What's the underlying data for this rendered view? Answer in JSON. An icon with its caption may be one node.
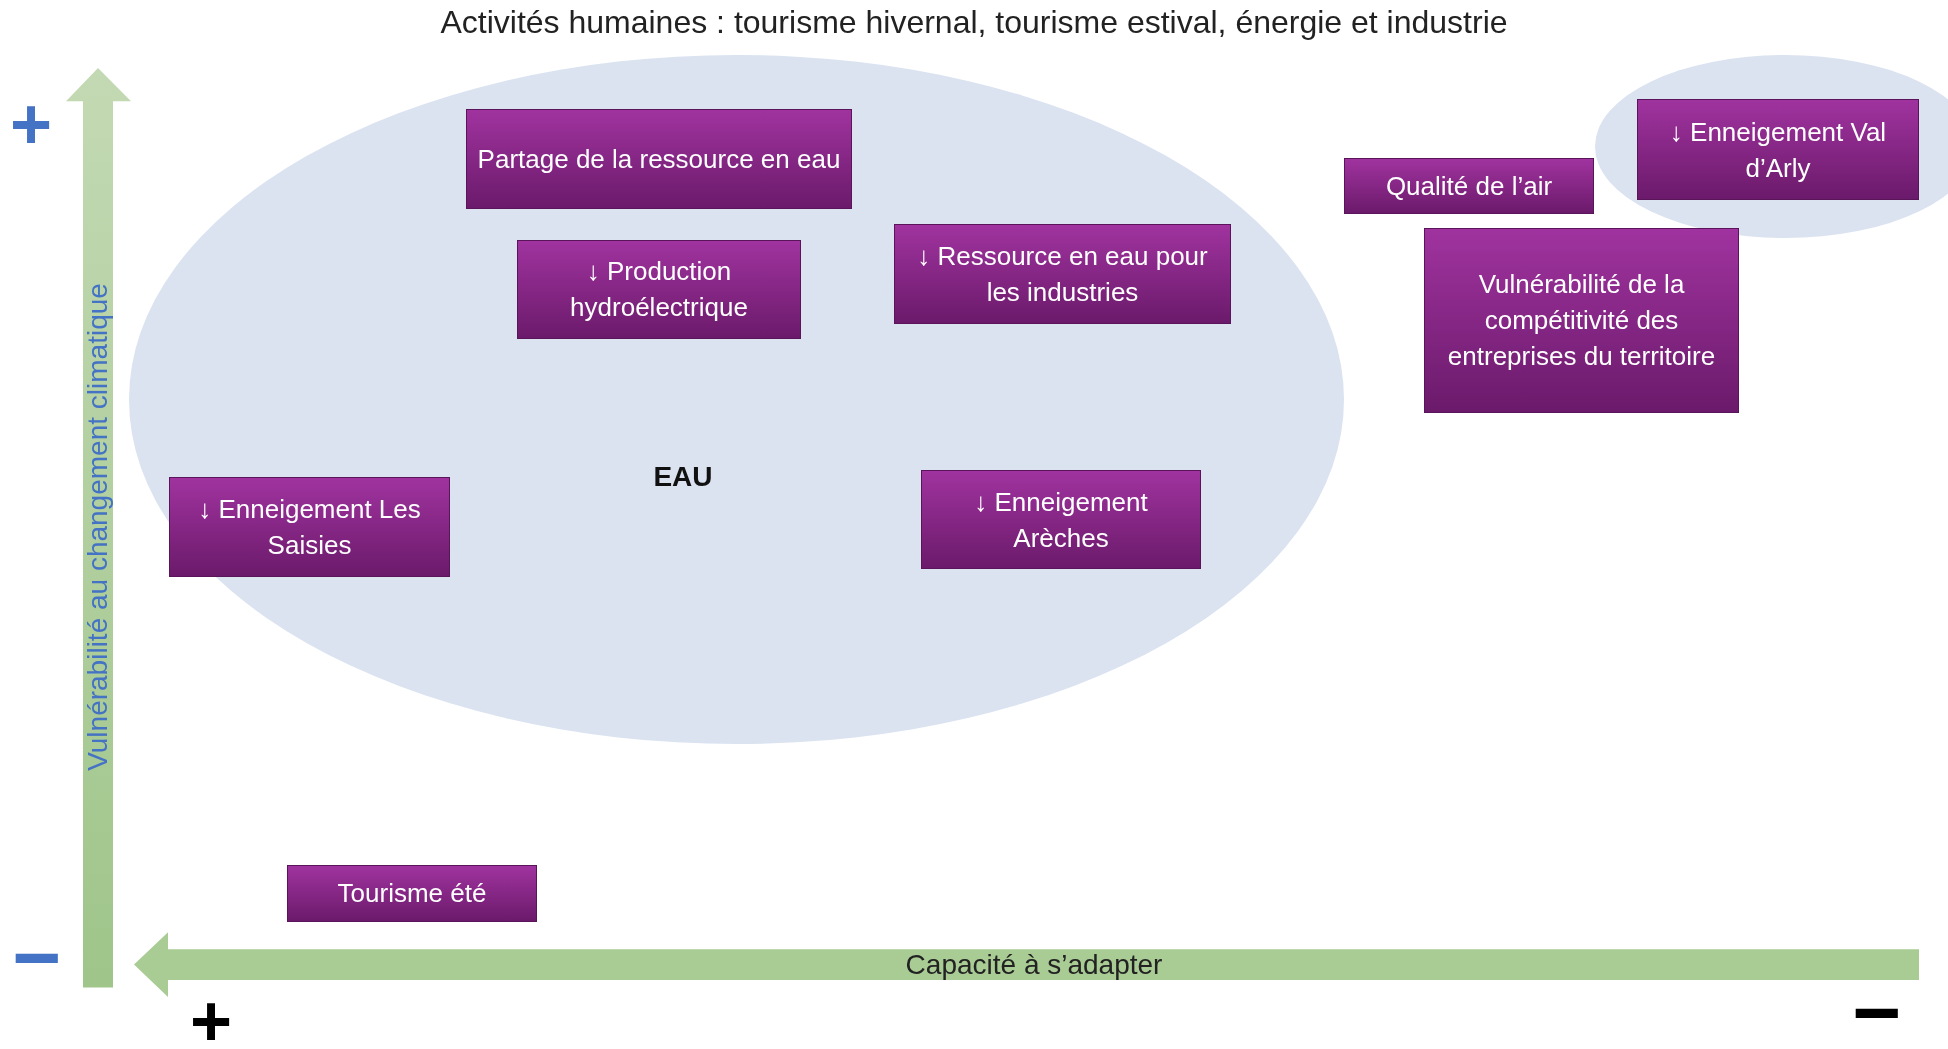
{
  "diagram": {
    "title": "Activités humaines : tourisme hivernal, tourisme estival, énergie et industrie",
    "nodes": [
      {
        "text": [
          "EAU"
        ]
      },
      {
        "text": [
          "Partage de la ressource en eau"
        ],
        "in": 0
      },
      {
        "text": [
          "↓ Production hydroélectrique"
        ],
        "in": 0
      },
      {
        "text": [
          "↓ Ressource en eau pour les industries"
        ],
        "in": 0
      },
      {
        "text": [
          "↓ Enneigement Les Saisies"
        ],
        "in": 0
      },
      {
        "text": [
          "↓ Enneigement Arèches"
        ],
        "in": 0
      },
      {
        "text": [],
        "shape": "ellipse"
      },
      {
        "text": [
          "↓ Enneigement Val d’Arly"
        ],
        "in": 6
      },
      {
        "text": [
          "Qualité de l’air"
        ]
      },
      {
        "text": [
          "Vulnérabilité de la compétitivité des entreprises du territoire"
        ]
      },
      {
        "text": [
          "Tourisme été"
        ]
      }
    ],
    "edges": [],
    "labels": [
      "+",
      "Vulnérabilité au changement climatique",
      "−",
      "Capacité à s’adapter",
      "+",
      "−"
    ]
  }
}
